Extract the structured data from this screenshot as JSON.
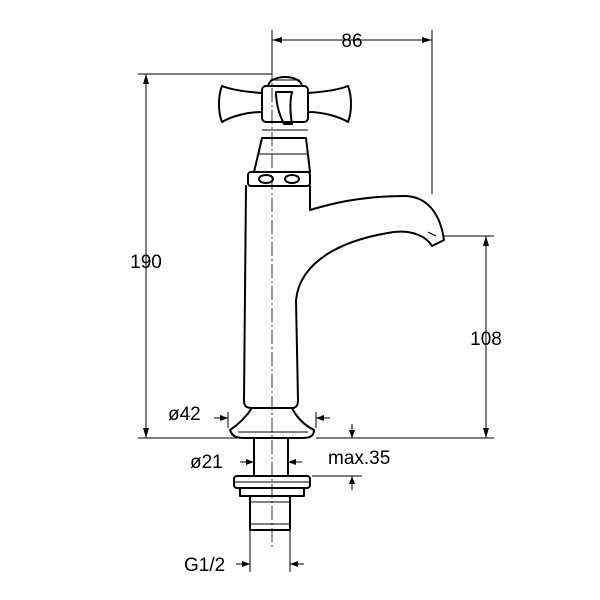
{
  "dimensions": {
    "width": "86",
    "height": "190",
    "spout_height": "108",
    "base_diameter": "ø42",
    "shank_diameter": "ø21",
    "max_thickness": "max.35",
    "thread": "G1/2"
  },
  "colors": {
    "line": "#000000",
    "background": "#ffffff"
  }
}
